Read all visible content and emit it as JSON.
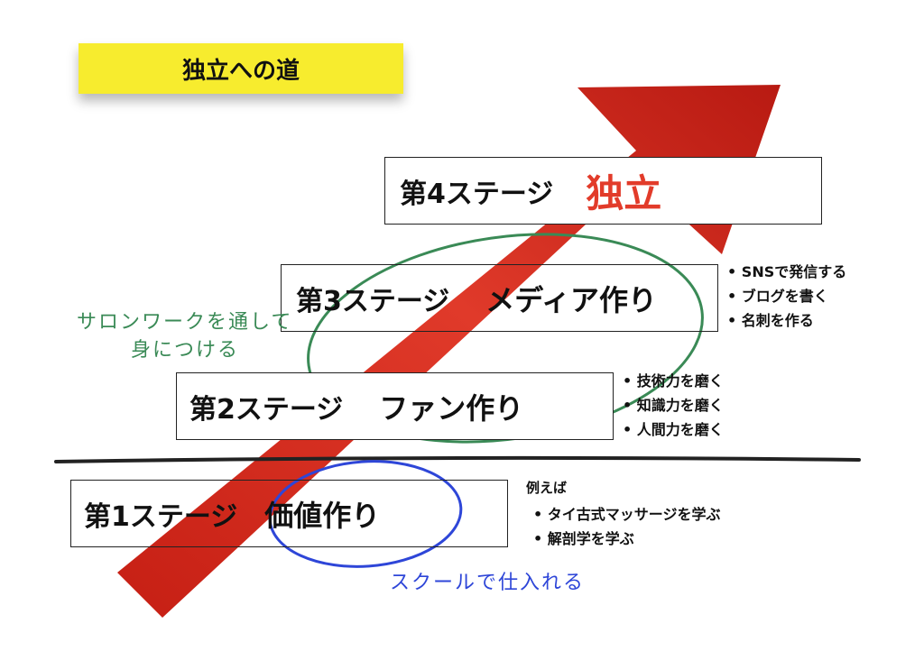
{
  "title": "独立への道",
  "stages": [
    {
      "label": "第4ステージ",
      "value": "独立"
    },
    {
      "label": "第3ステージ",
      "value": "メディア作り"
    },
    {
      "label": "第2ステージ",
      "value": "ファン作り"
    },
    {
      "label": "第1ステージ",
      "value": "価値作り"
    }
  ],
  "stage3_bullets": [
    "SNSで発信する",
    "ブログを書く",
    "名刺を作る"
  ],
  "stage2_bullets": [
    "技術力を磨く",
    "知識力を磨く",
    "人間力を磨く"
  ],
  "stage1_heading": "例えば",
  "stage1_bullets": [
    "タイ古式マッサージを学ぶ",
    "解剖学を学ぶ"
  ],
  "annotations": {
    "green_line1": "サロンワークを通して",
    "green_line2": "身につける",
    "blue": "スクールで仕入れる"
  },
  "colors": {
    "accent_red": "#e23b2a",
    "title_yellow": "#f7ec2e",
    "green_pen": "#3a8a56",
    "blue_pen": "#2e46d8"
  }
}
